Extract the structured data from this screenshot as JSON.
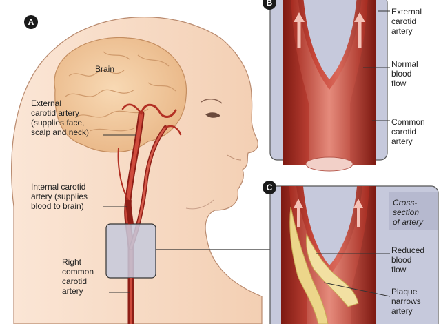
{
  "panels": {
    "a": {
      "badge": "A"
    },
    "b": {
      "badge": "B"
    },
    "c": {
      "badge": "C"
    }
  },
  "labels": {
    "brain": "Brain",
    "external_carotid_a": "External\ncarotid artery\n(supplies face,\nscalp and neck)",
    "internal_carotid": "Internal carotid\nartery (supplies\nblood to brain)",
    "right_common_carotid": "Right\ncommon\ncarotid\nartery",
    "external_carotid_b": "External\ncarotid\nartery",
    "normal_flow": "Normal\nblood\nflow",
    "common_carotid_b": "Common\ncarotid\nartery",
    "cross_section": "Cross-\nsection\nof artery",
    "reduced_flow": "Reduced\nblood\nflow",
    "plaque": "Plaque\nnarrows\nartery"
  },
  "colors": {
    "skin": "#f7d7bf",
    "brain": "#f2c79a",
    "artery": "#c0392b",
    "artery_dark": "#8e1f17",
    "panel_bg": "#c6c9dc",
    "plaque": "#ecd68a"
  }
}
